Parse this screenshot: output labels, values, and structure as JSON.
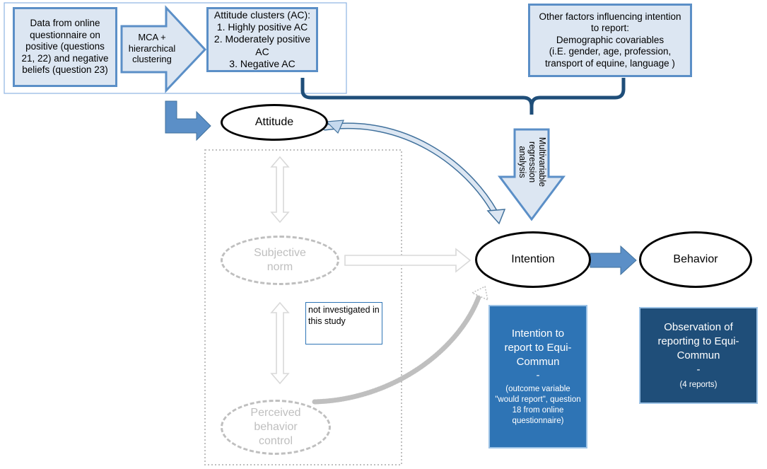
{
  "data_box": {
    "text": "Data from online questionnaire on positive (questions 21, 22) and negative beliefs (question 23)"
  },
  "method_arrow": {
    "text": "MCA + hierarchical clustering"
  },
  "clusters_box": {
    "title": "Attitude clusters (AC):",
    "items": [
      "1. Highly positive AC",
      "2. Moderately positive AC",
      "3. Negative AC"
    ]
  },
  "other_factors_box": {
    "title": "Other factors influencing intention to report:",
    "subtitle": "Demographic covariables",
    "detail": "(i.E. gender, age, profession, transport of equine, language )"
  },
  "regression_arrow": {
    "text": "Multivariable regression analysis"
  },
  "nodes": {
    "attitude": "Attitude",
    "subjective_norm": "Subjective norm",
    "perceived_control": "Perceived behavior control",
    "intention": "Intention",
    "behavior": "Behavior"
  },
  "not_investigated_note": "not investigated in this study",
  "intention_box": {
    "title": "Intention to report to Equi-Commun",
    "dash": "-",
    "detail": "(outcome variable \"would report\", question 18 from online questionnaire)"
  },
  "behavior_box": {
    "title": "Observation of reporting to Equi-Commun",
    "dash": "-",
    "detail": "(4 reports)"
  },
  "colors": {
    "light_fill": "#dce6f2",
    "light_border": "#5b8fc7",
    "brace": "#1f4e79",
    "mid_box": "#2e74b5",
    "dark_box": "#1f4e79",
    "faded": "#bfbfbf"
  }
}
